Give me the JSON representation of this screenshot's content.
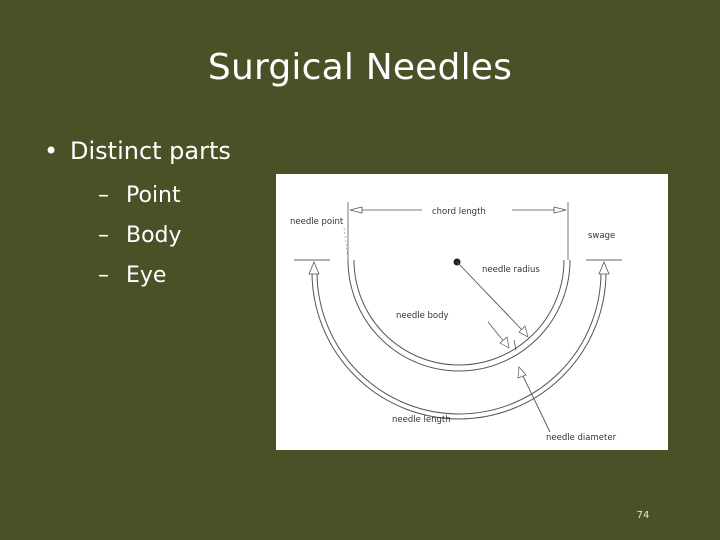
{
  "slide": {
    "title": "Surgical Needles",
    "bullet": "Distinct parts",
    "bullet_marker": "•",
    "sub_marker": "–",
    "sub_items": [
      "Point",
      "Body",
      "Eye"
    ],
    "page_number": "74"
  },
  "figure": {
    "labels": {
      "needle_point": "needle point",
      "chord_length": "chord length",
      "swage": "swage",
      "needle_radius": "needle radius",
      "needle_body": "needle body",
      "needle_length": "needle length",
      "needle_diameter": "needle diameter"
    }
  },
  "colors": {
    "background": "#4a5126",
    "text": "#ffffff",
    "figure_background": "#ffffff",
    "figure_lines": "#444444"
  }
}
